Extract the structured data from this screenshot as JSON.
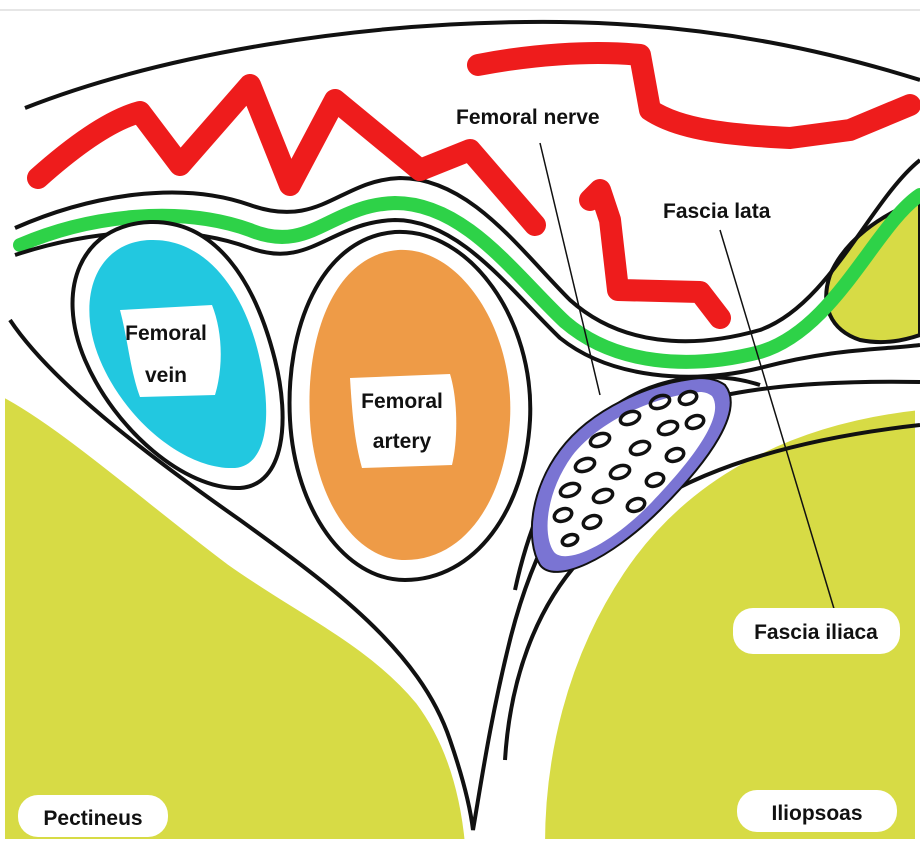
{
  "labels": {
    "femoral_nerve": "Femoral nerve",
    "fascia_lata": "Fascia lata",
    "femoral_vein_1": "Femoral",
    "femoral_vein_2": "vein",
    "femoral_artery_1": "Femoral",
    "femoral_artery_2": "artery",
    "fascia_iliaca": "Fascia iliaca",
    "pectineus": "Pectineus",
    "iliopsoas": "Iliopsoas"
  },
  "colors": {
    "muscle": "#d7db45",
    "vein": "#22c8e0",
    "artery": "#ee9b47",
    "nerve_sheath": "#7a74d3",
    "fascia_lata_line": "#2ed248",
    "superficial_vessels": "#ee1c1c",
    "outline": "#111111",
    "label_bg": "#ffffff"
  }
}
